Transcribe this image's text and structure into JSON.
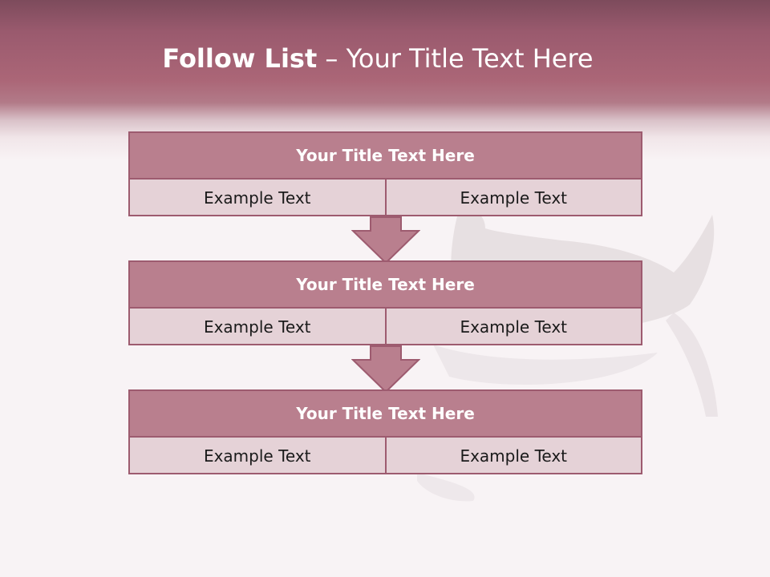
{
  "title": {
    "bold": "Follow List",
    "rest": " – Your Title Text Here"
  },
  "boxes": [
    {
      "title": "Your Title Text Here",
      "left": "Example Text",
      "right": "Example Text"
    },
    {
      "title": "Your Title Text Here",
      "left": "Example Text",
      "right": "Example Text"
    },
    {
      "title": "Your Title Text Here",
      "left": "Example Text",
      "right": "Example Text"
    }
  ],
  "colors": {
    "accent": "#b97f8e",
    "border": "#9d5b6f",
    "cell_fill": "#e5d2d7",
    "header": "#ab6677"
  }
}
